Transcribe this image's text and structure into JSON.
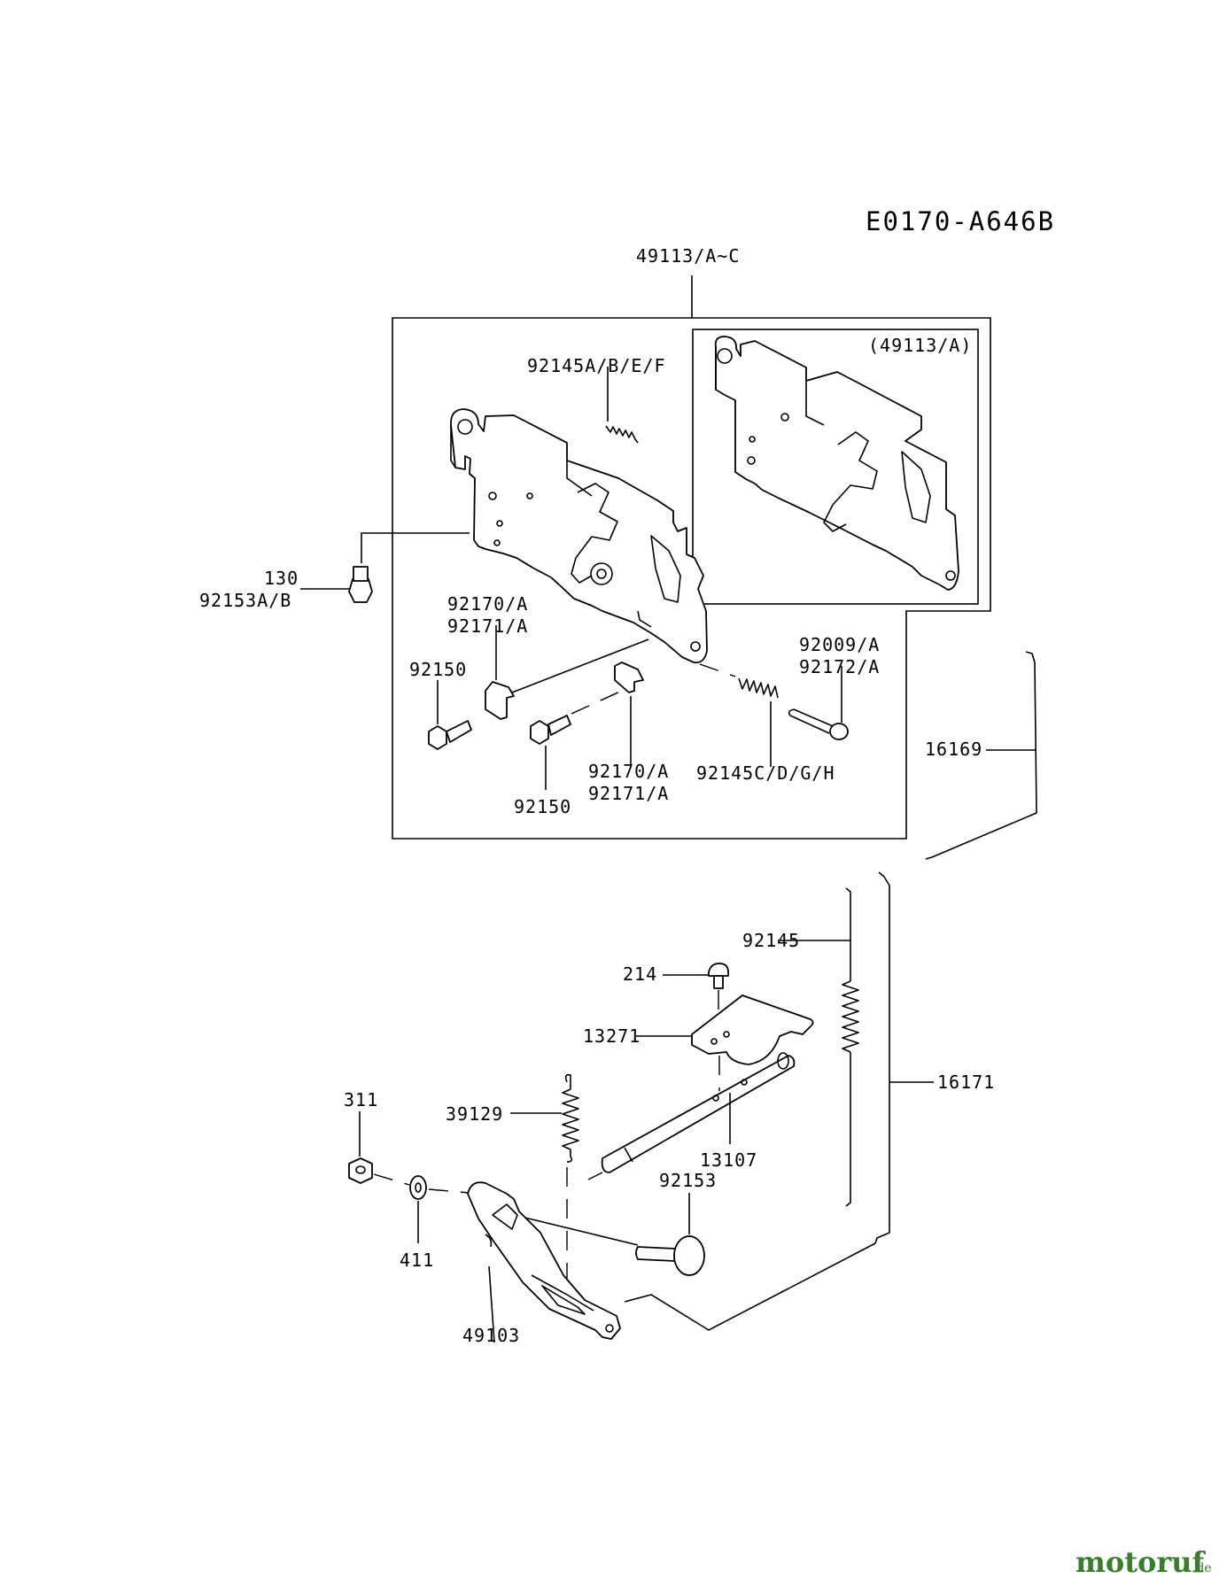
{
  "diagram_code": "E0170-A646B",
  "labels": {
    "assembly": "49113/A~C",
    "inset": "(49113/A)",
    "spring_top": "92145A/B/E/F",
    "bolt_130": "130",
    "bolt_92153ab": "92153A/B",
    "clip_a_line1": "92170/A",
    "clip_a_line2": "92171/A",
    "screw_92150_a": "92150",
    "screw_92150_b": "92150",
    "clip_b_line1": "92170/A",
    "clip_b_line2": "92171/A",
    "spring_cdgh": "92145C/D/G/H",
    "screw_line1": "92009/A",
    "screw_line2": "92172/A",
    "rod_16169": "16169",
    "spring_92145": "92145",
    "bolt_214": "214",
    "plate_13271": "13271",
    "rod_16171": "16171",
    "nut_311": "311",
    "spring_39129": "39129",
    "shaft_13107": "13107",
    "pin_92153": "92153",
    "washer_411": "411",
    "lever_49103": "49103"
  },
  "watermark": {
    "main": "motoruf",
    "domain": ".de"
  }
}
